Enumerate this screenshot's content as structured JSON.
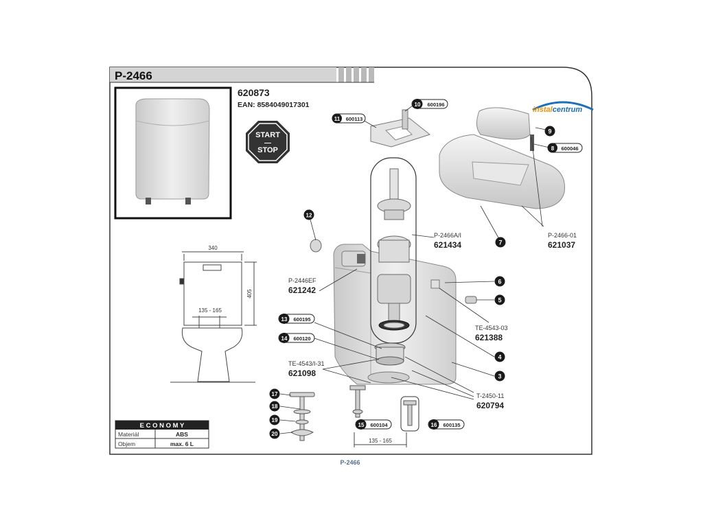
{
  "header": {
    "title": "P-2466"
  },
  "product": {
    "code": "620873",
    "ean": "EAN: 8584049017301"
  },
  "start_stop": {
    "line1": "START",
    "line2": "—",
    "line3": "STOP"
  },
  "logo": {
    "text_a": "instal",
    "text_b": "centrum"
  },
  "dimensions": {
    "width": "340",
    "height": "405",
    "spacing_a": "135 - 165",
    "spacing_b": "135 - 165"
  },
  "spec_table": {
    "title": "E C O N O M Y",
    "rows": [
      {
        "label": "Materiál",
        "value": "ABS"
      },
      {
        "label": "Objem",
        "value": "max. 6 L"
      }
    ]
  },
  "footer": {
    "caption": "P-2466"
  },
  "parts": [
    {
      "num": "11",
      "code": "600113"
    },
    {
      "num": "10",
      "code": "600196"
    },
    {
      "num": "8",
      "code": "600046"
    },
    {
      "num": "13",
      "code": "600195"
    },
    {
      "num": "14",
      "code": "600120"
    },
    {
      "num": "15",
      "code": "600104"
    },
    {
      "num": "16",
      "code": "600135"
    }
  ],
  "markers": [
    "9",
    "12",
    "7",
    "6",
    "5",
    "4",
    "3",
    "17",
    "18",
    "19",
    "20"
  ],
  "assemblies": [
    {
      "name": "P-2466A/I",
      "code": "621434"
    },
    {
      "name": "P-2466-01",
      "code": "621037"
    },
    {
      "name": "P-2446EF",
      "code": "621242"
    },
    {
      "name": "TE-4543-03",
      "code": "621388"
    },
    {
      "name": "TE-4543/I-31",
      "code": "621098"
    },
    {
      "name": "T-2450-11",
      "code": "620794"
    }
  ],
  "colors": {
    "frame": "#333333",
    "header_bg": "#d4d4d4",
    "part_fill": "#e2e2e2",
    "marker": "#1a1a1a",
    "logo_orange": "#f39200",
    "logo_blue": "#1d6fb8"
  }
}
